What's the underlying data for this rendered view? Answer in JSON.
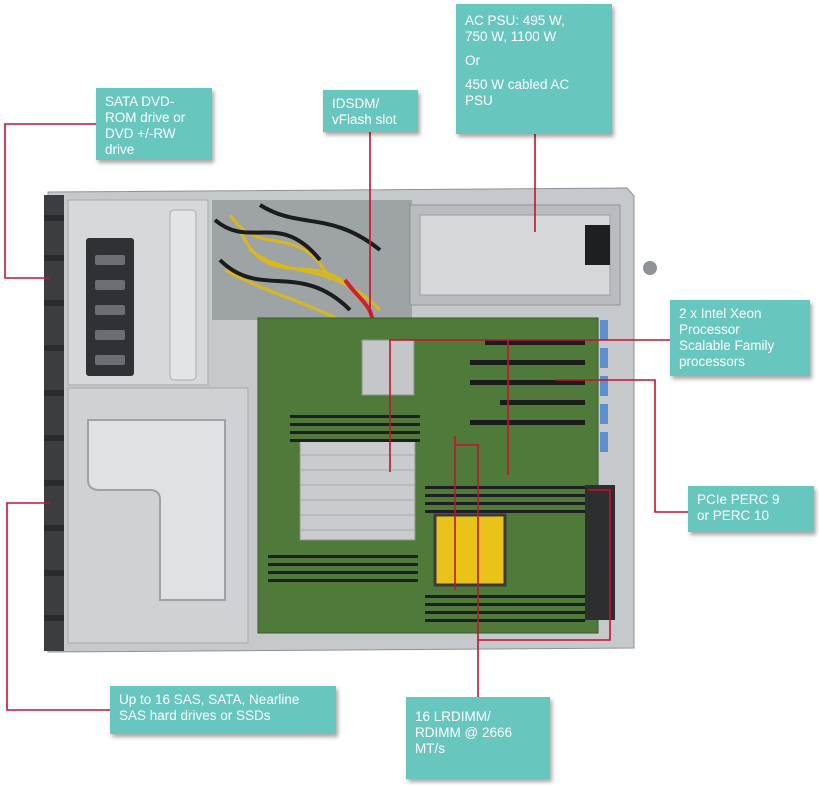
{
  "callouts": {
    "dvd": {
      "lines": [
        "SATA DVD-",
        "ROM drive or",
        "DVD +/-RW",
        "drive"
      ]
    },
    "idsdm": {
      "lines": [
        "IDSDM/",
        "vFlash slot"
      ]
    },
    "psu": {
      "lines_a": [
        "AC PSU: 495 W,",
        "750 W, 1100 W"
      ],
      "or": "Or",
      "lines_b": [
        "450 W cabled AC",
        "PSU"
      ]
    },
    "cpu": {
      "lines": [
        "2 x Intel Xeon",
        "Processor",
        "Scalable Family",
        "processors"
      ]
    },
    "perc": {
      "lines": [
        "PCIe PERC 9",
        "or PERC 10"
      ]
    },
    "drives": {
      "lines": [
        "Up to 16 SAS, SATA, Nearline",
        "SAS hard drives or SSDs"
      ]
    },
    "dimm": {
      "lines": [
        "16 LRDIMM/",
        "RDIMM @ 2666",
        "MT/s"
      ]
    }
  },
  "colors": {
    "callout_bg": "#67c7be",
    "leader_line": "#c8102e",
    "chassis": "#c9ccce",
    "motherboard": "#4f7a3a"
  }
}
